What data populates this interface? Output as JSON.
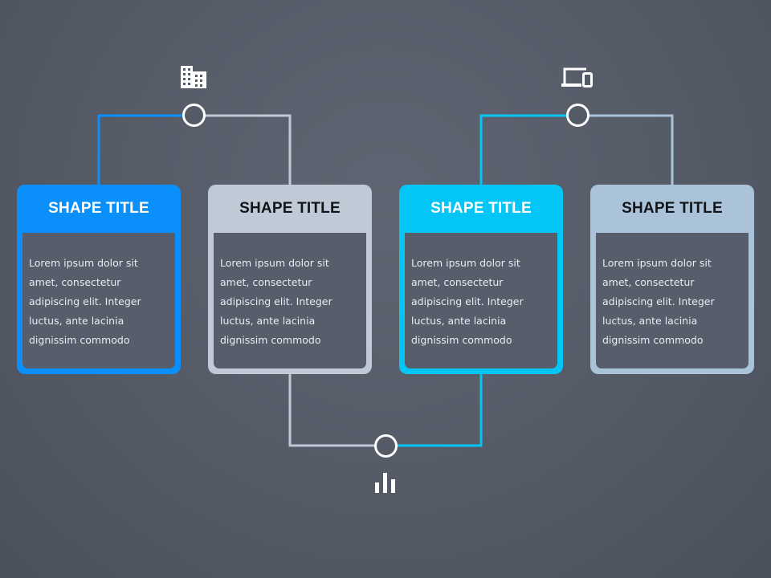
{
  "colors": {
    "blue": "#0a8ffb",
    "cyan": "#04c6f6",
    "light1": "#bfcad6",
    "light2": "#abc3d9",
    "node_fill": "#545a66",
    "node_stroke": "#ffffff"
  },
  "cards": [
    {
      "title": "SHAPE TITLE",
      "text": "Lorem ipsum dolor sit amet, consectetur adipiscing elit. Integer luctus, ante lacinia dignissim commodo"
    },
    {
      "title": "SHAPE TITLE",
      "text": "Lorem ipsum dolor sit amet, consectetur adipiscing elit. Integer luctus, ante lacinia dignissim commodo"
    },
    {
      "title": "SHAPE TITLE",
      "text": "Lorem ipsum dolor sit amet, consectetur adipiscing elit. Integer luctus, ante lacinia dignissim commodo"
    },
    {
      "title": "SHAPE TITLE",
      "text": "Lorem ipsum dolor sit amet, consectetur adipiscing elit. Integer luctus, ante lacinia dignissim commodo"
    }
  ],
  "icons": {
    "top_left": "building-icon",
    "top_right": "devices-icon",
    "bottom": "bar-chart-icon"
  }
}
